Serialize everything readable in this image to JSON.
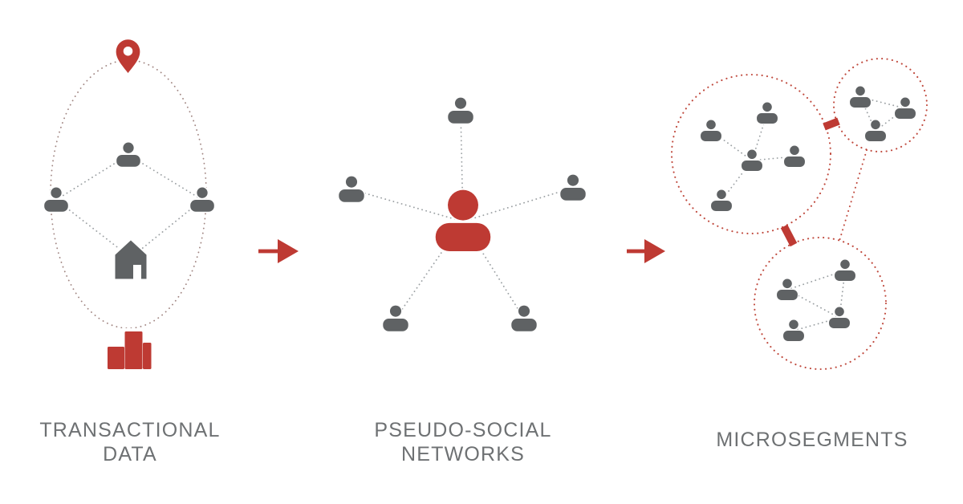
{
  "labels": {
    "stage1_line1": "TRANSACTIONAL",
    "stage1_line2": "DATA",
    "stage2_line1": "PSEUDO-SOCIAL",
    "stage2_line2": "NETWORKS",
    "stage3_line1": "MICROSEGMENTS"
  },
  "icons": {
    "location_pin": "map location pin",
    "person": "person silhouette",
    "central_person": "highlighted central person silhouette",
    "house": "house",
    "bar_chart": "bar chart",
    "arrow_right": "right arrow connector"
  },
  "colors": {
    "accent_red": "#BE3A33",
    "icon_gray": "#5F6264",
    "label_gray": "#6E7173",
    "dot_gray": "#9BA0A3",
    "dot_red": "#C04A3E",
    "ellipse_dot": "#A08581",
    "background": "#FFFFFF"
  }
}
